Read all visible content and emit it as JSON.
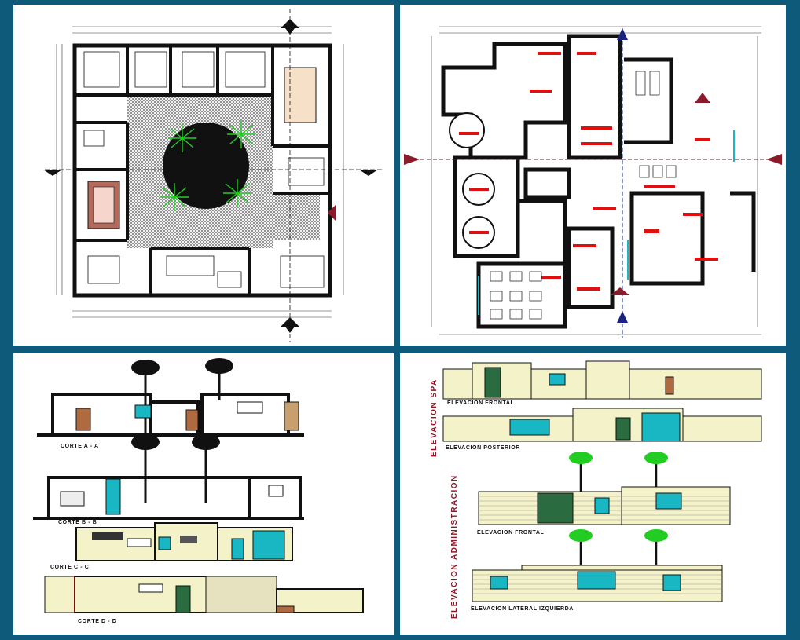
{
  "sheet": {
    "background": "#0e5a7a"
  },
  "sections": [
    {
      "label": "CORTE  A - A"
    },
    {
      "label": "CORTE  B - B"
    },
    {
      "label": "CORTE  C - C"
    },
    {
      "label": "CORTE  D - D"
    }
  ],
  "elevations": {
    "spa_title": "ELEVACION  SPA",
    "admin_title": "ELEVACION  ADMINISTRACION",
    "items": [
      {
        "label": "ELEVACION  FRONTAL"
      },
      {
        "label": "ELEVACION  POSTERIOR"
      },
      {
        "label": "ELEVACION  FRONTAL"
      },
      {
        "label": "ELEVACION  LATERAL  IZQUIERDA"
      }
    ]
  },
  "colors": {
    "wall": "#111111",
    "hatch": "#444444",
    "plant": "#22cc22",
    "cyan": "#19b6c4",
    "red_tag": "#e01010",
    "section_marker": "#8b1a2a",
    "facade": "#f4f2c8",
    "axis": "#1a237e"
  }
}
